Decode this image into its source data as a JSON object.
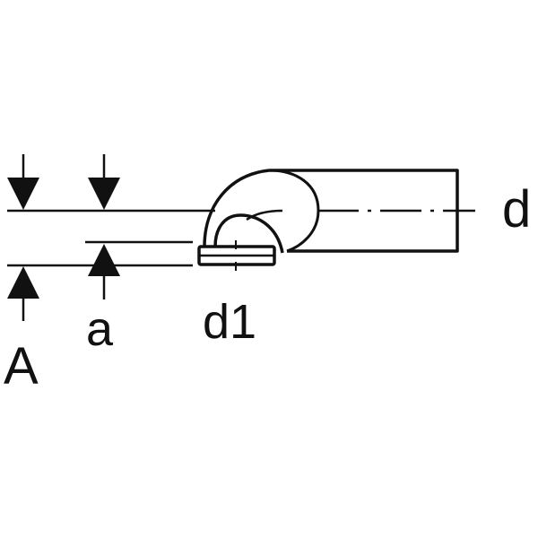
{
  "diagram": {
    "labels": {
      "d": "d",
      "d1": "d1",
      "a": "a",
      "A": "A"
    },
    "colors": {
      "ink": "#111111",
      "background": "#ffffff"
    }
  }
}
